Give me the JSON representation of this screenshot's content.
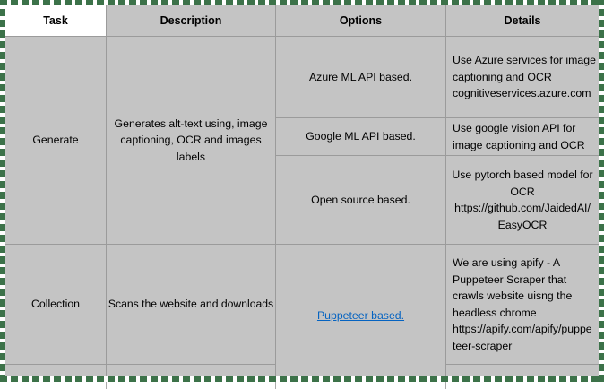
{
  "colors": {
    "selection_border": "#3C7249",
    "link": "#0563C1",
    "cell_fill": "#C4C4C4",
    "grid_line": "#9B9B9B"
  },
  "table": {
    "header": {
      "task": "Task",
      "description": "Description",
      "options": "Options",
      "details": "Details"
    },
    "generate": {
      "task": "Generate",
      "description": "Generates alt-text using, image\ncaptioning, OCR and images\nlabels",
      "options": [
        {
          "option": "Azure ML API based.",
          "details": "Use Azure services for image\ncaptioning and OCR\ncognitiveservices.azure.com"
        },
        {
          "option": "Google ML API based.",
          "details": "Use google vision API for\nimage captioning and OCR"
        },
        {
          "option": "Open source based.",
          "details": "Use pytorch based model for\nOCR\nhttps://github.com/JaidedAI/\nEasyOCR"
        }
      ]
    },
    "collection": {
      "task": "Collection",
      "description": "Scans the website and downloads",
      "option_link": "Puppeteer based.",
      "details": "We are using apify - A\nPuppeteer Scraper that\ncrawls website uisng the\nheadless chrome\nhttps://apify.com/apify/puppe\nteer-scraper"
    }
  }
}
